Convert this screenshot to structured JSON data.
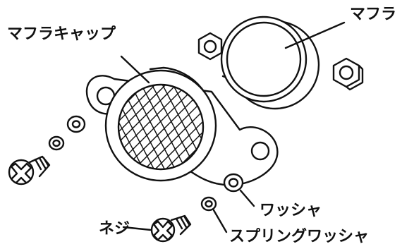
{
  "labels": {
    "muffler_cap": "マフラキャップ",
    "muffler": "マフラ",
    "washer": "ワッシャ",
    "spring_washer": "スプリングワッシャ",
    "screw": "ネジ"
  },
  "colors": {
    "line": "#111111",
    "background": "#ffffff"
  }
}
